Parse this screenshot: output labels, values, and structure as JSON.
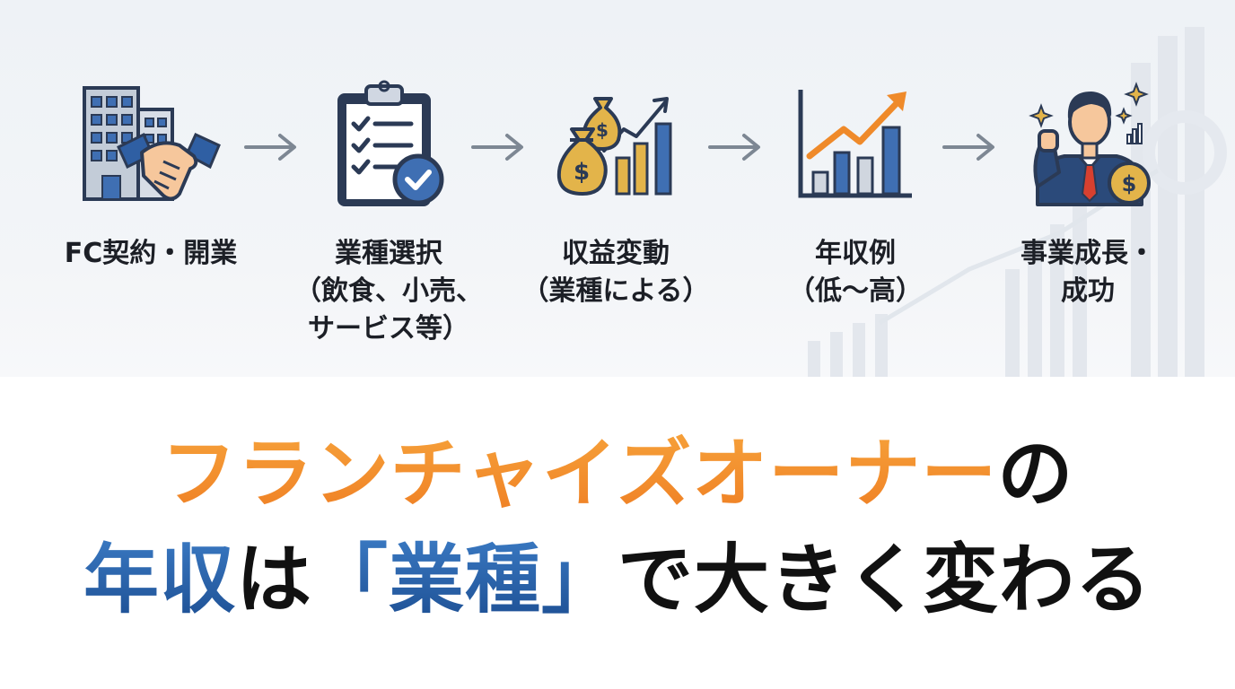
{
  "steps": [
    {
      "icon": "handshake-building-icon",
      "lines": [
        "FC契約・開業"
      ]
    },
    {
      "icon": "clipboard-checklist-icon",
      "lines": [
        "業種選択",
        "（飲食、小売、",
        "サービス等）"
      ]
    },
    {
      "icon": "money-bags-chart-icon",
      "lines": [
        "収益変動",
        "（業種による）"
      ]
    },
    {
      "icon": "rising-bar-chart-icon",
      "lines": [
        "年収例",
        "（低〜高）"
      ]
    },
    {
      "icon": "successful-businessman-icon",
      "lines": [
        "事業成長・",
        "成功"
      ]
    }
  ],
  "headline": {
    "line1_main": "フランチャイズオーナー",
    "line1_tail": "の",
    "line2_a": "年収",
    "line2_b": "は",
    "line2_c": "「業種」",
    "line2_d": "で大きく変わる"
  },
  "colors": {
    "navy": "#2b3a55",
    "orange": "#ef8a2a",
    "gold": "#e3b44a",
    "blue": "#3f6fb3",
    "arrow_gray": "#7d8793"
  }
}
